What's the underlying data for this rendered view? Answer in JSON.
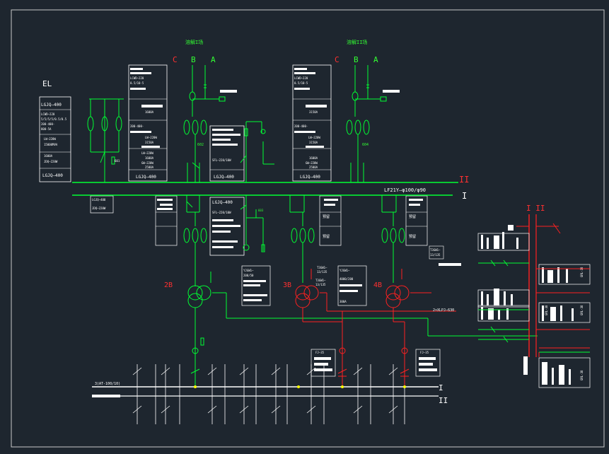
{
  "colors": {
    "background": "#1e262f",
    "frame": "#c8c8c8",
    "line_green": "#00ff33",
    "line_white": "#ffffff",
    "line_red": "#ff2020",
    "line_yellow": "#ffff00",
    "text_white": "#ffffff",
    "text_green": "#33ff33",
    "text_red": "#ff3030"
  },
  "headers": {
    "station_1": "溶解I场",
    "station_2": "溶解II场",
    "phase_c": "C",
    "phase_b": "B",
    "phase_a": "A",
    "el_label": "EL"
  },
  "bus_labels": {
    "bus_ii_upper": "II",
    "bus_i_upper": "I",
    "bus_spec": "LF21Y—φ100/φ90",
    "right_section": "I II",
    "lower_bus_i": "I",
    "lower_bus_ii": "II",
    "lower_bus_spec": "3(AT-100/10)"
  },
  "cable_labels": {
    "left_cable_top": "LGJQ—400",
    "left_cable_bottom": "LGJQ—400",
    "col1_cable": "LGJQ—400",
    "col2_cable": "LGJQ—400",
    "col3_cable": "LGJQ—400",
    "col1_lower_cable": "LGJQ—400",
    "col2_lower_cable": "LGJQ—400",
    "xlpe_cable": "2×XLPJ—630"
  },
  "specs": {
    "left_box": [
      "LGJQ—400",
      "LCWD—220",
      "5/5/5/5/0.5/0.5",
      "200-400-",
      "800-5A",
      "LW—220W",
      "15000MVA",
      "1600A",
      "JDQ—220W"
    ],
    "col1_box": [
      "LCWD—220",
      "0.5/10-5",
      "1600A",
      "200-400-",
      "LW—220W",
      "3150A",
      "LW—220W",
      "1600A",
      "GW—220W",
      "2500A"
    ],
    "col2_box": [
      "LCWD—220",
      "0.5/10-5",
      "3150A",
      "200-400-",
      "LW—220W",
      "3150A",
      "1600A",
      "GW—220W",
      "2500A"
    ],
    "sm1_box": [
      "SFL—220/10W"
    ],
    "sm2_box": [
      "SFL—220/10W"
    ],
    "lower_spec_1": [
      "YJGW1—",
      "200/50"
    ],
    "lower_spec_2": [
      "YJGW1—",
      "4000/200",
      "300A"
    ],
    "spec_ct_1": [
      "T3GW1—",
      "13/135"
    ],
    "spec_ct_2": [
      "T3GW1—",
      "13/135"
    ],
    "spec_ct_3": [
      "T3GW1—",
      "13/135"
    ],
    "fn_box_1": [
      "FJ—35"
    ],
    "fn_box_2": [
      "FJ—35"
    ],
    "small_left": [
      "LGJQ—400",
      "JDQ—220W"
    ],
    "reserve_1": "预留",
    "reserve_2": "预留",
    "reserve_3": "预留",
    "reserve_4": "预留"
  },
  "transformers": {
    "t2": "2B",
    "t3": "3B",
    "t4": "4B",
    "tag_602": "602",
    "tag_604": "604",
    "tag_603": "603",
    "tag_601": "601"
  },
  "right_panel": {
    "sec_labels": [
      "GRL-38",
      "GRL-38",
      "GRL-38",
      "GRL-38"
    ]
  }
}
